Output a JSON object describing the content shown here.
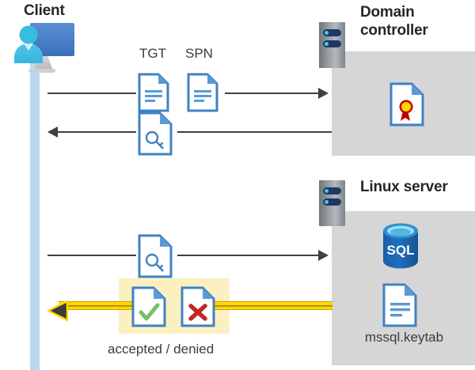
{
  "diagram": {
    "title_client": "Client",
    "title_domain_controller": "Domain controller",
    "title_linux_server": "Linux server",
    "label_tgt": "TGT",
    "label_spn": "SPN",
    "label_keytab": "mssql.keytab",
    "label_accepted_denied": "accepted / denied",
    "label_sql": "SQL"
  },
  "icons": {
    "client": "client-workstation-icon",
    "server_rack": "server-rack-icon",
    "document": "document-icon",
    "key_document": "key-document-icon",
    "certificate": "certificate-document-icon",
    "sql_database": "sql-database-icon",
    "accepted": "accepted-document-icon",
    "denied": "denied-document-icon"
  },
  "colors": {
    "panel_gray": "#d6d6d6",
    "lifeline_blue": "#bcd7f2",
    "highlight_yellow": "#fcf0c0",
    "gold_arrow": "#ffd800",
    "line_gray": "#404040",
    "doc_blue": "#3f81c6",
    "accept_green": "#6fbf5a",
    "deny_red": "#bc2a2a",
    "title_text": "#262626"
  }
}
